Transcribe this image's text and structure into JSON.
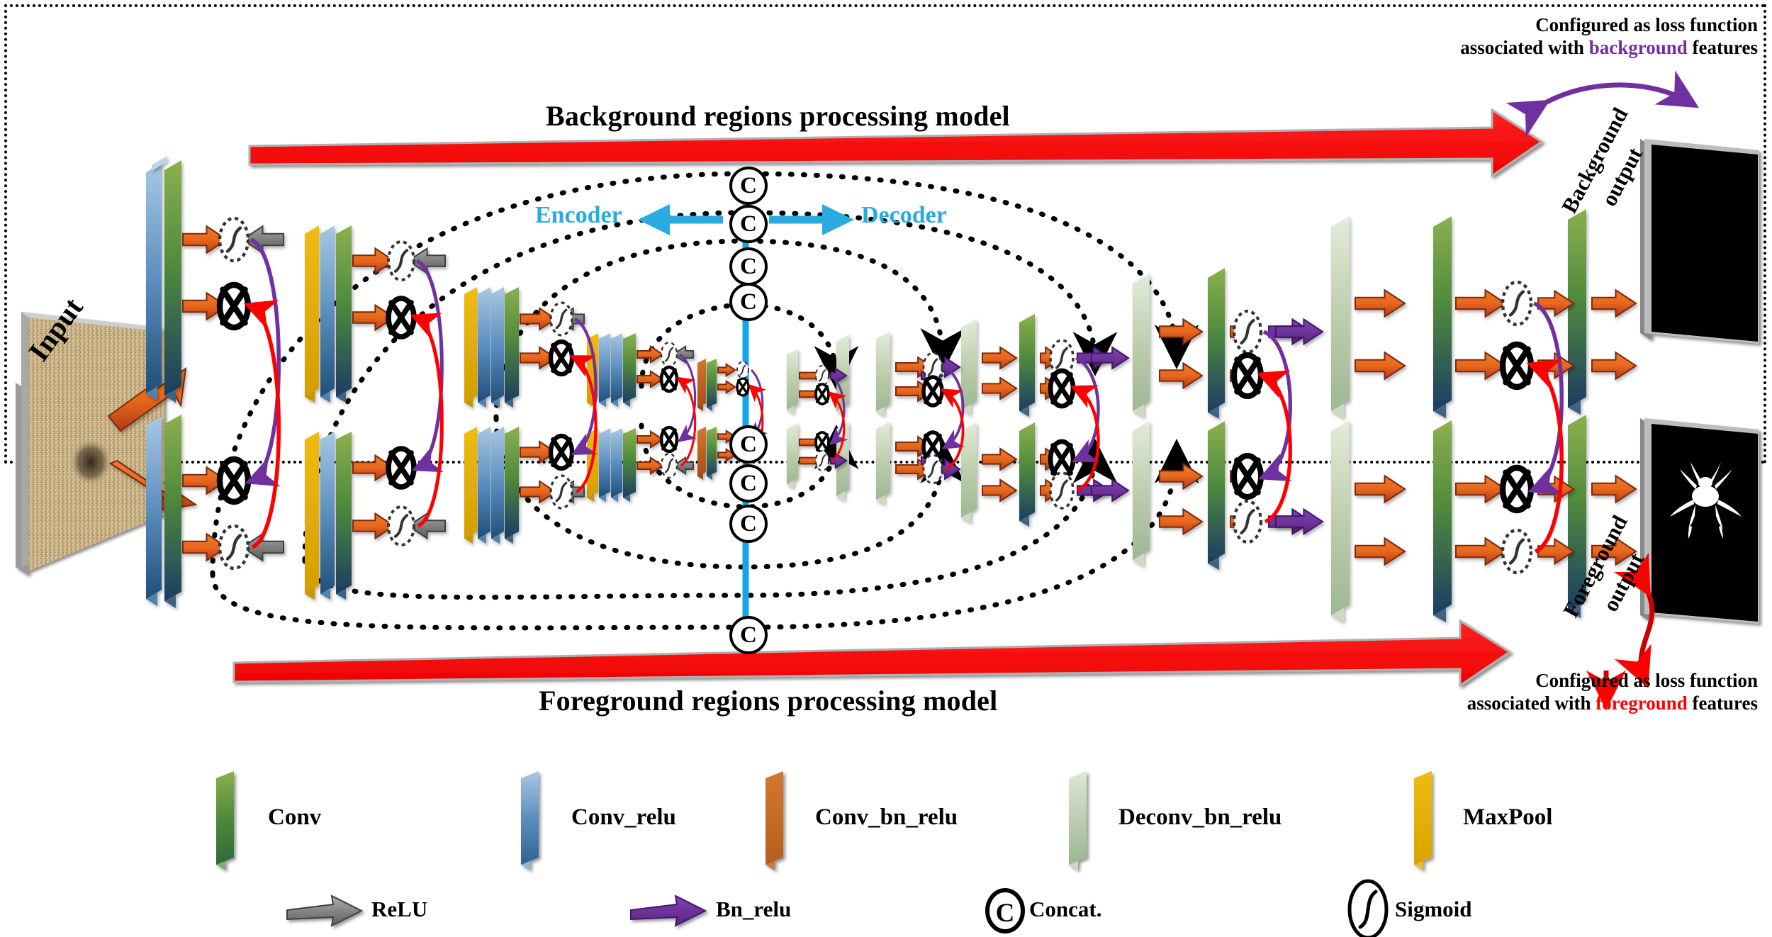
{
  "figure": {
    "type": "neural-network-architecture-diagram",
    "title_top": "Background regions processing model",
    "title_bottom": "Foreground regions processing model"
  },
  "annotations": {
    "top_caption_line1": "Configured as loss function",
    "top_caption_line2_pre": "associated with ",
    "top_caption_line2_kw": "background",
    "top_caption_line2_post": " features",
    "bottom_caption_line1": "Configured as loss function",
    "bottom_caption_line2_pre": "associated with ",
    "bottom_caption_line2_kw": "foreground",
    "bottom_caption_line2_post": " features",
    "encoder_label": "Encoder",
    "decoder_label": "Decoder",
    "input_label": "Input",
    "background_output_line1": "Background",
    "background_output_line2": "output",
    "foreground_output_line1": "Foreground",
    "foreground_output_line2": "output",
    "concat_glyph": "C"
  },
  "legend": {
    "blocks": [
      {
        "label": "Conv",
        "icon": "slab-icon",
        "color_top": "#7FA9C9",
        "color_bottom": "#2E6B36",
        "kind": "conv"
      },
      {
        "label": "Conv_relu",
        "icon": "slab-icon",
        "color_top": "#9DC3DE",
        "color_bottom": "#1F4E79",
        "kind": "conv_relu"
      },
      {
        "label": "Conv_bn_relu",
        "icon": "slab-icon",
        "color_top": "#C0622A",
        "color_bottom": "#B4601F",
        "kind": "conv_bn_relu"
      },
      {
        "label": "Deconv_bn_relu",
        "icon": "slab-icon",
        "color_top": "#DDE8D4",
        "color_bottom": "#9CB592",
        "kind": "deconv_bn_relu"
      },
      {
        "label": "MaxPool",
        "icon": "slab-icon",
        "color_top": "#E8AE00",
        "color_bottom": "#D9A400",
        "kind": "maxpool"
      }
    ],
    "ops": [
      {
        "label": "ReLU",
        "icon": "gray-arrow-icon",
        "color": "#808080"
      },
      {
        "label": "Bn_relu",
        "icon": "purple-arrow-icon",
        "color": "#7030A0"
      },
      {
        "label": "Concat.",
        "icon": "concat-circle-icon",
        "color": "#000000",
        "glyph": "C"
      },
      {
        "label": "Sigmoid",
        "icon": "sigmoid-oval-icon",
        "color": "#000000"
      }
    ]
  },
  "colors": {
    "red_banner": "#FF0000",
    "cyan": "#29ABE2",
    "purple": "#7030A0",
    "orange_arrow": "#E8671C",
    "gray_arrow": "#808080",
    "skip_red": "#FF0000",
    "conv_green_top": "#79A84B",
    "conv_green_bottom": "#17365D",
    "deconv_green": "#C6D9B8",
    "maxpool_yellow": "#E8AE00",
    "conv_relu_blue": "#76A5CE",
    "conv_bn_relu_orange": "#C0622A",
    "frame_border": "#000000",
    "output_black": "#000000"
  },
  "structure": {
    "streams": [
      "background",
      "foreground"
    ],
    "encoder_stages": 5,
    "decoder_stages": 5,
    "concat_nodes": 8,
    "skip_connections": 4,
    "per_stage_ops": [
      "Conv",
      "Conv_relu",
      "MaxPool",
      "ReLU",
      "Sigmoid",
      "Bn_relu",
      "Multiply"
    ]
  }
}
